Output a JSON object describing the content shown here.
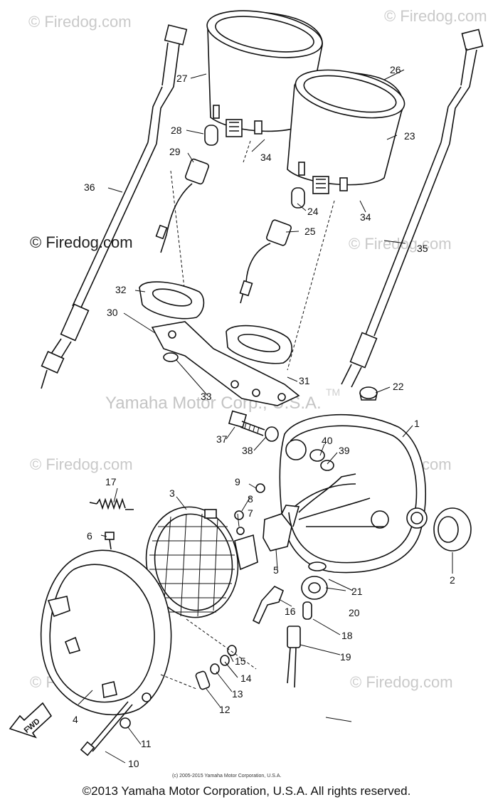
{
  "watermarks": {
    "top_left": "© Firedog.com",
    "top_right": "© Firedog.com",
    "left_mid": "© Firedog.com",
    "right_mid": "© Firedog.com",
    "center": "Yamaha Motor Corp., U.S.A.",
    "trademark": "TM",
    "left_lower": "© Firedog.com",
    "right_lower": "© Firedog.com",
    "left_bottom": "© Firedog.com",
    "right_bottom": "© Firedog.com"
  },
  "part_labels": [
    "1",
    "2",
    "3",
    "4",
    "5",
    "6",
    "7",
    "8",
    "9",
    "10",
    "11",
    "12",
    "13",
    "14",
    "15",
    "16",
    "17",
    "18",
    "19",
    "20",
    "21",
    "22",
    "23",
    "24",
    "25",
    "26",
    "27",
    "28",
    "29",
    "30",
    "31",
    "32",
    "33",
    "34",
    "34",
    "35",
    "36",
    "37",
    "38",
    "39",
    "40"
  ],
  "fwd_label": "FWD",
  "credit_line": "(c) 2005-2015 Yamaha Motor Corporation, U.S.A.",
  "copyright": "©2013 Yamaha Motor Corporation, U.S.A. All rights reserved."
}
